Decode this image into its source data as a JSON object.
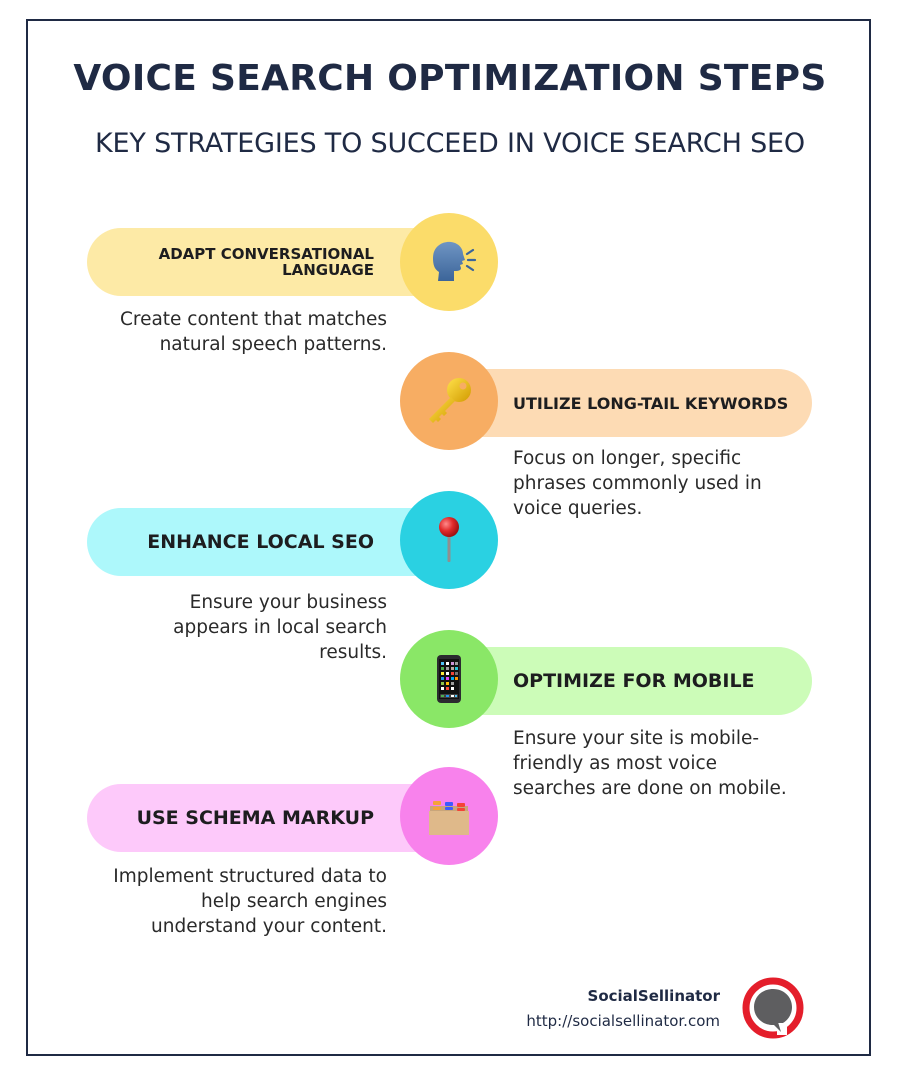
{
  "header": {
    "title": "VOICE SEARCH OPTIMIZATION STEPS",
    "subtitle": "KEY STRATEGIES TO SUCCEED IN VOICE SEARCH SEO"
  },
  "colors": {
    "navy": "#1f2a44",
    "step1_pill": "#fdeaa6",
    "step1_circle": "#fbdc6a",
    "step2_pill": "#fddbb4",
    "step2_circle": "#f7ad63",
    "step3_pill": "#adf8fb",
    "step3_circle": "#2ad1e2",
    "step4_pill": "#ccfcb8",
    "step4_circle": "#8ae767",
    "step5_pill": "#fdc9fa",
    "step5_circle": "#f882ec",
    "logo_red": "#e41e2b",
    "logo_gray": "#5e5e60"
  },
  "steps": [
    {
      "title_line1": "ADAPT CONVERSATIONAL",
      "title_line2": "LANGUAGE",
      "icon": "speaking-head-icon",
      "description_lines": [
        "Create content that matches",
        "natural speech patterns."
      ],
      "side": "left"
    },
    {
      "title": "UTILIZE LONG-TAIL KEYWORDS",
      "icon": "key-icon",
      "description_lines": [
        "Focus on longer, specific",
        "phrases commonly used in",
        "voice queries."
      ],
      "side": "right"
    },
    {
      "title": "ENHANCE LOCAL SEO",
      "icon": "pushpin-icon",
      "description_lines": [
        "Ensure your business",
        "appears in local search",
        "results."
      ],
      "side": "left"
    },
    {
      "title": "OPTIMIZE FOR MOBILE",
      "icon": "mobile-phone-icon",
      "description_lines": [
        "Ensure your site is mobile-",
        "friendly as most voice",
        "searches are done on mobile."
      ],
      "side": "right"
    },
    {
      "title": "USE SCHEMA MARKUP",
      "icon": "card-file-box-icon",
      "description_lines": [
        "Implement structured data to",
        "help search engines",
        "understand your content."
      ],
      "side": "left"
    }
  ],
  "footer": {
    "brand_name": "SocialSellinator",
    "brand_url": "http://socialsellinator.com",
    "logo_icon": "speech-bubble-logo-icon"
  }
}
